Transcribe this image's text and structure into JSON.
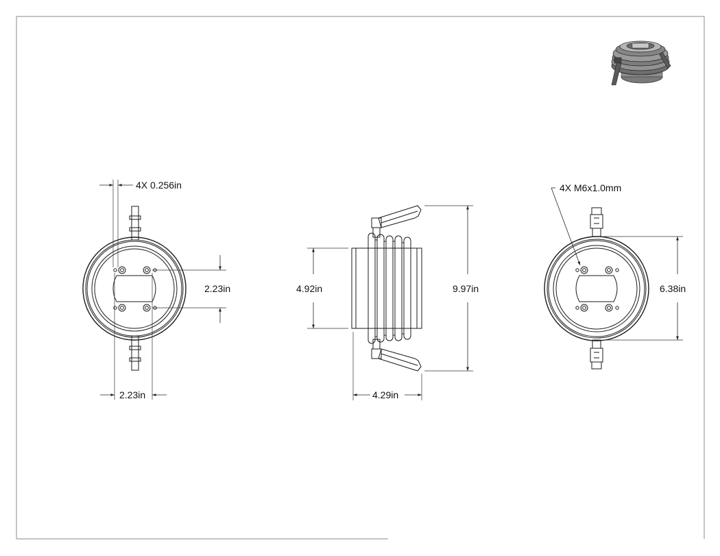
{
  "views": {
    "front_left": {
      "hole_callout": "4X 0.256in",
      "vertical_spacing": "2.23in",
      "horizontal_spacing": "2.23in"
    },
    "side": {
      "inner_diameter": "4.92in",
      "overall_height": "9.97in",
      "depth": "4.29in"
    },
    "front_right": {
      "thread_callout": "4X M6x1.0mm",
      "outer_diameter": "6.38in"
    }
  },
  "colors": {
    "line": "#1a1a1a",
    "iso_dark": "#555555",
    "iso_mid": "#8a8a8a",
    "iso_light": "#b8b8b8"
  }
}
